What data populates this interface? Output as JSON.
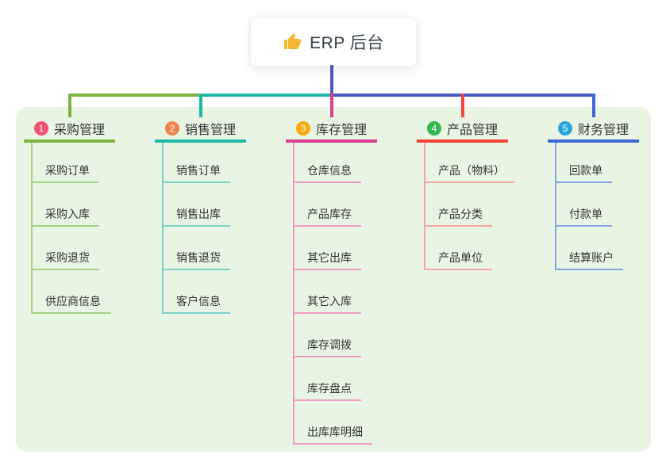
{
  "root": {
    "title": "ERP 后台",
    "icon": "thumbs-up-icon"
  },
  "branches": [
    {
      "number": "1",
      "title": "采购管理",
      "color": "#7cb342",
      "light_color": "#a6d182",
      "badge_color": "#f4516c",
      "children": [
        "采购订单",
        "采购入库",
        "采购退货",
        "供应商信息"
      ]
    },
    {
      "number": "2",
      "title": "销售管理",
      "color": "#1bb8a5",
      "light_color": "#79d2c6",
      "badge_color": "#f0834f",
      "children": [
        "销售订单",
        "销售出库",
        "销售退货",
        "客户信息"
      ]
    },
    {
      "number": "3",
      "title": "库存管理",
      "color": "#df3e91",
      "light_color": "#f09ac4",
      "badge_color": "#f8a90d",
      "children": [
        "仓库信息",
        "产品库存",
        "其它出库",
        "其它入库",
        "库存调拨",
        "库存盘点",
        "出库库明细"
      ]
    },
    {
      "number": "4",
      "title": "产品管理",
      "color": "#f5443c",
      "light_color": "#f9a6a0",
      "badge_color": "#2fb850",
      "children": [
        "产品（物料）",
        "产品分类",
        "产品单位"
      ]
    },
    {
      "number": "5",
      "title": "财务管理",
      "color": "#3e68d8",
      "light_color": "#84a2e8",
      "badge_color": "#2aa6da",
      "children": [
        "回款单",
        "付款单",
        "结算账户"
      ]
    }
  ],
  "colors": {
    "trunk_connector": "#4a58c4",
    "panel_background": "#e9f5e3",
    "text": "#333333",
    "root_text": "#35404e",
    "thumb_icon": "#f2b632"
  }
}
